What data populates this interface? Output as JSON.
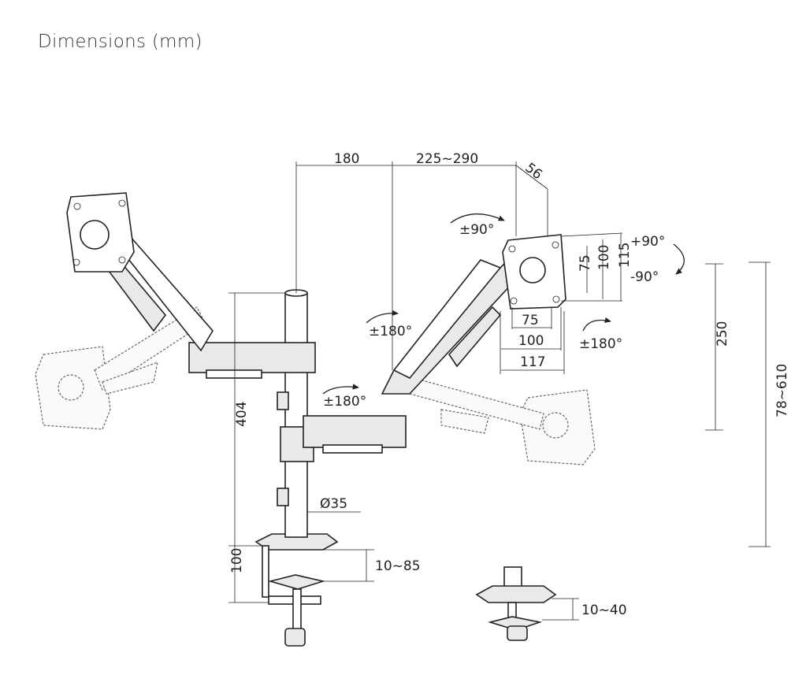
{
  "title": "Dimensions (mm)",
  "dimensions": {
    "arm_offset": "180",
    "arm_reach": "225~290",
    "head_depth": "56",
    "vesa_75_v": "75",
    "vesa_100_v": "100",
    "plate_115": "115",
    "vesa_75_h": "75",
    "vesa_100_h": "100",
    "plate_117": "117",
    "tilt_up": "+90°",
    "tilt_down": "-90°",
    "swivel_head": "±90°",
    "rotate_arm": "±180°",
    "rotate_lower": "±180°",
    "rotate_screen": "±180°",
    "vertical_adjust": "250",
    "height_range": "78~610",
    "pole_height": "404",
    "pole_diameter": "Ø35",
    "clamp_height": "100",
    "clamp_range": "10~85",
    "grommet_range": "10~40"
  }
}
